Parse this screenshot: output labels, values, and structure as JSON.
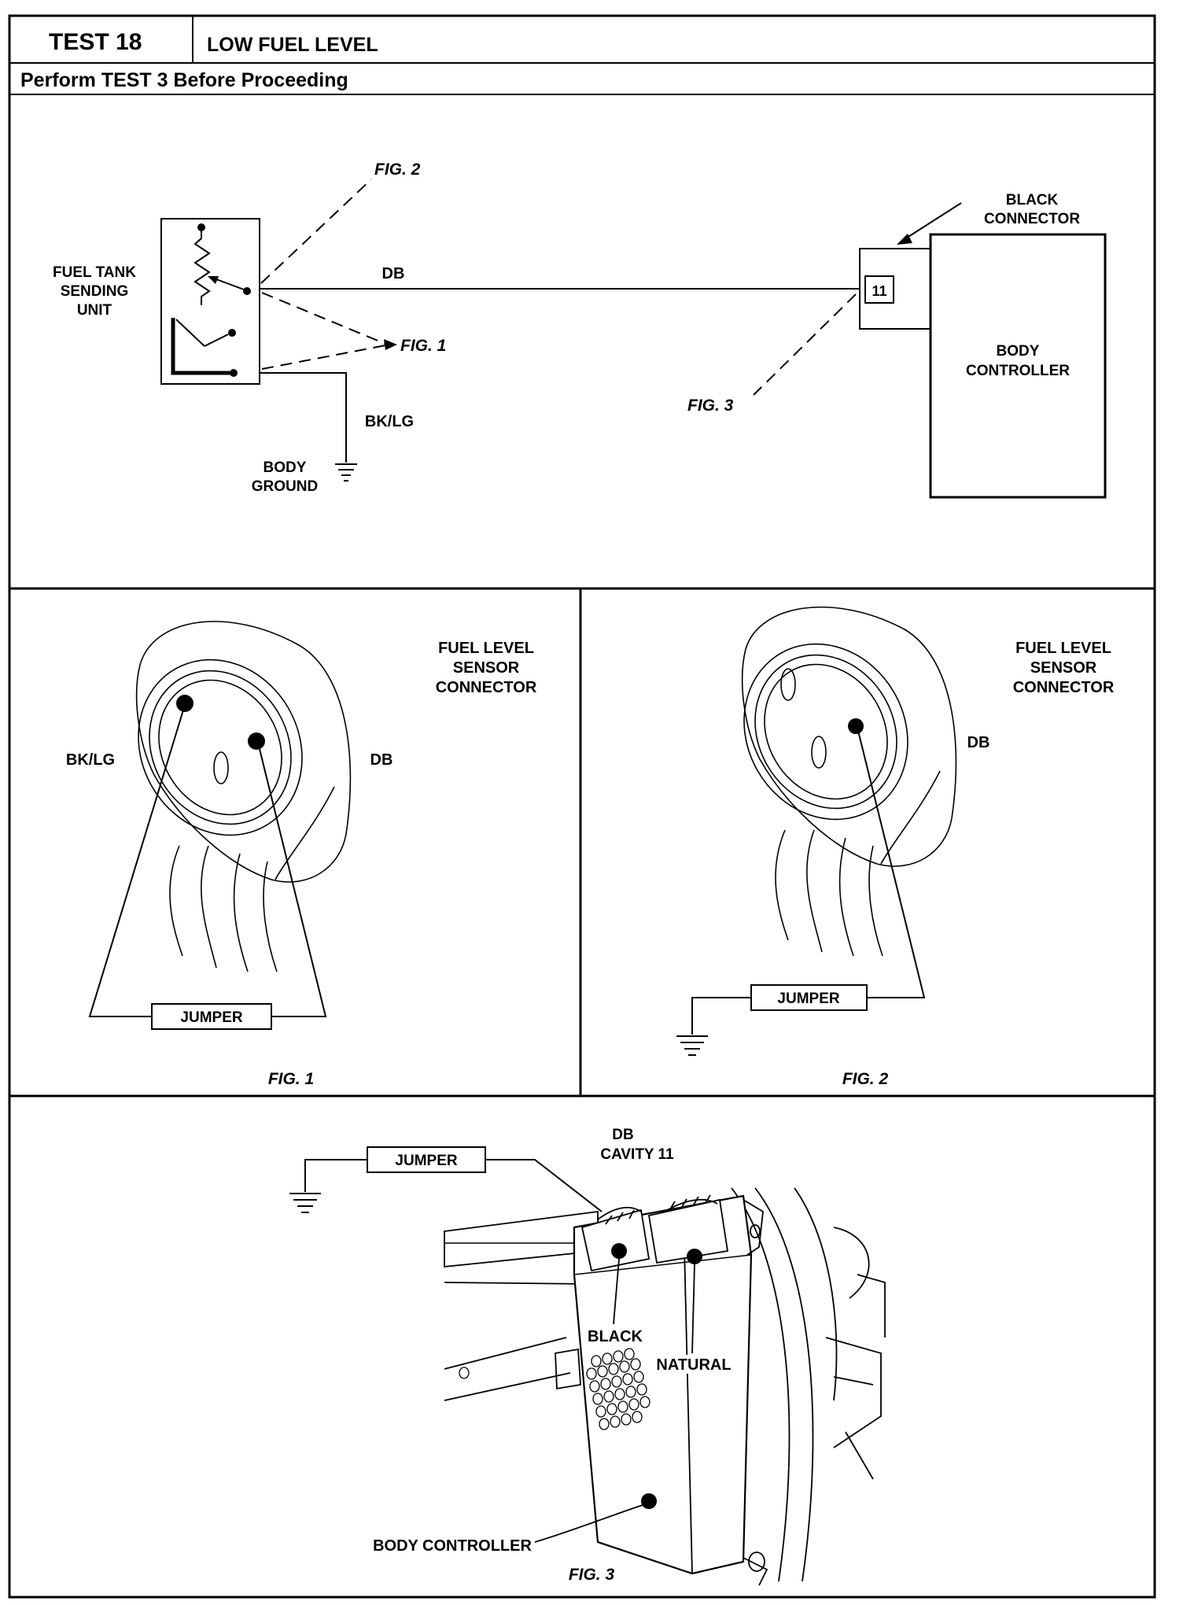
{
  "header": {
    "test_number": "TEST 18",
    "title": "LOW FUEL LEVEL",
    "subtitle": "Perform TEST 3 Before Proceeding"
  },
  "schematic": {
    "fig2_callout": "FIG. 2",
    "fig1_callout": "FIG. 1",
    "fig3_callout": "FIG. 3",
    "sending_unit_label": [
      "FUEL TANK",
      "SENDING",
      "UNIT"
    ],
    "wire_top": "DB",
    "wire_ground": "BK/LG",
    "ground_label": [
      "BODY",
      "GROUND"
    ],
    "connector_label": [
      "BLACK",
      "CONNECTOR"
    ],
    "pin_number": "11",
    "controller_label": [
      "BODY",
      "CONTROLLER"
    ]
  },
  "fig1": {
    "connector_label": [
      "FUEL LEVEL",
      "SENSOR",
      "CONNECTOR"
    ],
    "left_wire": "BK/LG",
    "right_wire": "DB",
    "jumper": "JUMPER",
    "caption": "FIG. 1"
  },
  "fig2": {
    "connector_label": [
      "FUEL LEVEL",
      "SENSOR",
      "CONNECTOR"
    ],
    "wire": "DB",
    "jumper": "JUMPER",
    "caption": "FIG. 2"
  },
  "fig3": {
    "cavity_label": [
      "DB",
      "CAVITY 11"
    ],
    "jumper": "JUMPER",
    "black": "BLACK",
    "natural": "NATURAL",
    "body_controller": "BODY CONTROLLER",
    "caption": "FIG. 3"
  }
}
